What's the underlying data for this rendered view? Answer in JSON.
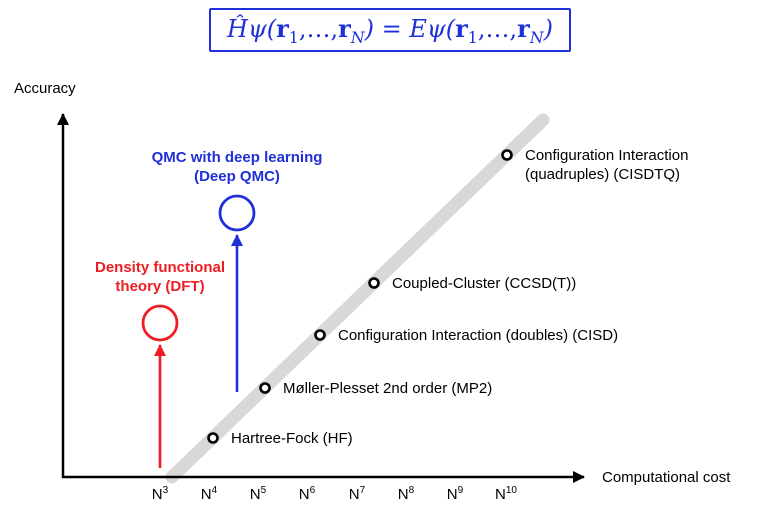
{
  "title_equation": {
    "parts": [
      "Ĥψ(",
      "r",
      "1",
      ",…,",
      "r",
      "N",
      ") = Eψ(",
      "r",
      "1",
      ",…,",
      "r",
      "N",
      ")"
    ]
  },
  "colors": {
    "blue": "#2030d8",
    "red": "#ee1d23",
    "gray": "#d8d8d8",
    "black": "#000000"
  },
  "chart_data": {
    "type": "scatter",
    "xlabel": "Computational cost",
    "ylabel": "Accuracy",
    "x_ticks": [
      {
        "base": "N",
        "exp": "3"
      },
      {
        "base": "N",
        "exp": "4"
      },
      {
        "base": "N",
        "exp": "5"
      },
      {
        "base": "N",
        "exp": "6"
      },
      {
        "base": "N",
        "exp": "7"
      },
      {
        "base": "N",
        "exp": "8"
      },
      {
        "base": "N",
        "exp": "9"
      },
      {
        "base": "N",
        "exp": "10"
      }
    ],
    "trend_band": "gray diagonal band: accuracy increases with computational cost",
    "points": [
      {
        "label": "Hartree-Fock (HF)",
        "cost_exponent": 4
      },
      {
        "label": "Møller-Plesset 2nd order (MP2)",
        "cost_exponent": 5
      },
      {
        "label": "Configuration Interaction (doubles) (CISD)",
        "cost_exponent": 6
      },
      {
        "label": "Coupled-Cluster (CCSD(T))",
        "cost_exponent": 7
      },
      {
        "label": "Configuration Interaction",
        "label2": "(quadruples) (CISDTQ)",
        "cost_exponent": 10
      }
    ],
    "annotations": [
      {
        "id": "dft",
        "line1": "Density functional",
        "line2": "theory (DFT)",
        "cost_exponent": 3,
        "color": "#ee1d23"
      },
      {
        "id": "deep-qmc",
        "line1": "QMC with deep learning",
        "line2": "(Deep QMC)",
        "cost_exponent": 4,
        "color": "#2030d8"
      }
    ]
  }
}
